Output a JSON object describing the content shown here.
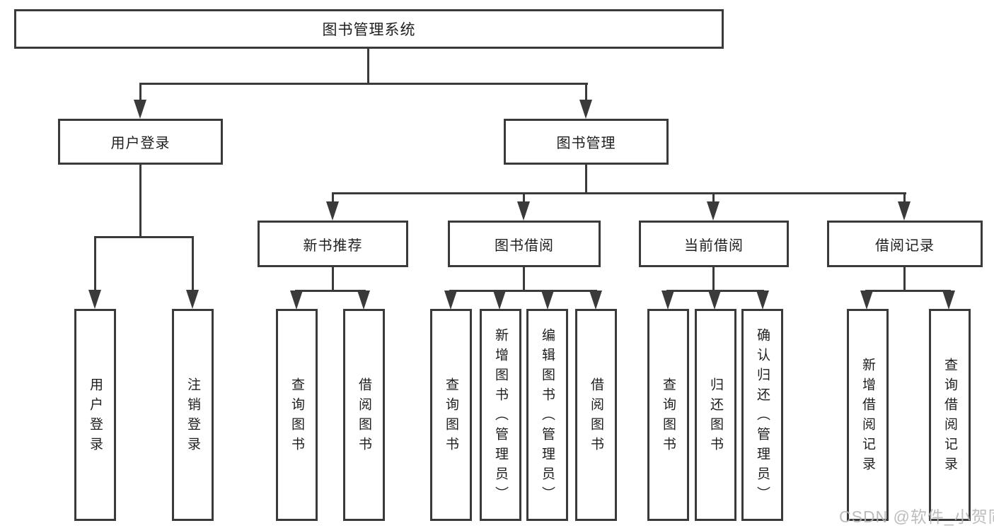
{
  "colors": {
    "line": "#3a3a3a",
    "text": "#1e1e1e",
    "watermark": "#b5b5b5",
    "background": "#ffffff"
  },
  "diagram": {
    "root": {
      "label": "图书管理系统"
    },
    "level2": [
      {
        "label": "用户登录"
      },
      {
        "label": "图书管理"
      }
    ],
    "level3": [
      {
        "label": "新书推荐"
      },
      {
        "label": "图书借阅"
      },
      {
        "label": "当前借阅"
      },
      {
        "label": "借阅记录"
      }
    ],
    "leaves": [
      {
        "label": "用户登录"
      },
      {
        "label": "注销登录"
      },
      {
        "label": "查询图书"
      },
      {
        "label": "借阅图书"
      },
      {
        "label": "查询图书"
      },
      {
        "label": "新增图书（管理员）"
      },
      {
        "label": "编辑图书（管理员）"
      },
      {
        "label": "借阅图书"
      },
      {
        "label": "查询图书"
      },
      {
        "label": "归还图书"
      },
      {
        "label": "确认归还（管理员）"
      },
      {
        "label": "新增借阅记录"
      },
      {
        "label": "查询借阅记录"
      }
    ]
  },
  "watermark": {
    "text": "CSDN @软件_小贺同学"
  }
}
